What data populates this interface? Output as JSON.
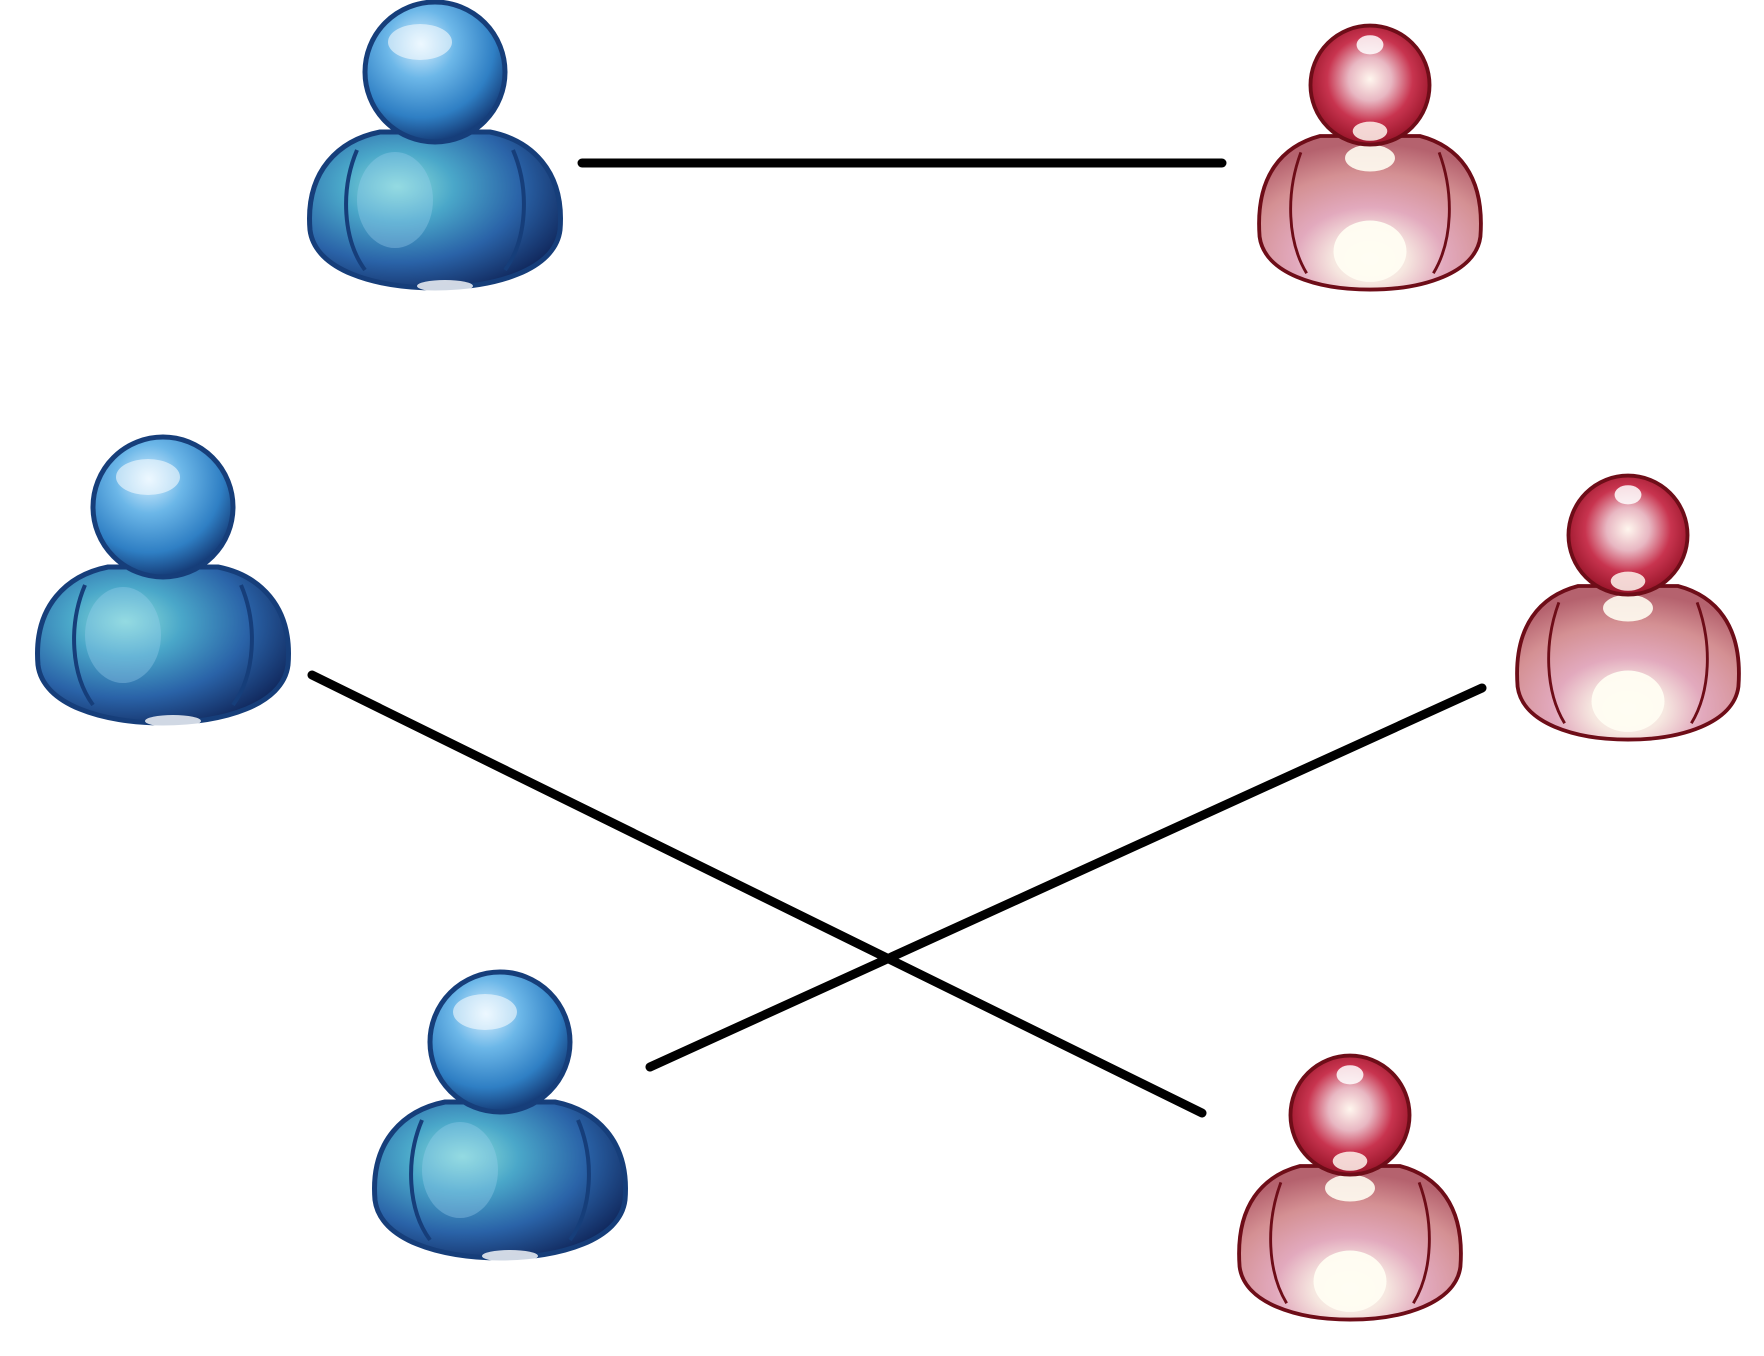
{
  "colors": {
    "background": "#ffffff",
    "connector": "#000000",
    "blue_person": "#2f7fc4",
    "blue_person_dark": "#163e7a",
    "blue_person_light": "#9fd0f0",
    "red_person": "#b3122f",
    "red_person_dark": "#6e0d18",
    "red_person_light": "#f3d1d9"
  },
  "nodes": [
    {
      "id": "blue-1",
      "icon": "blue-person-icon",
      "group": "blue"
    },
    {
      "id": "blue-2",
      "icon": "blue-person-icon",
      "group": "blue"
    },
    {
      "id": "blue-3",
      "icon": "blue-person-icon",
      "group": "blue"
    },
    {
      "id": "red-1",
      "icon": "red-person-icon",
      "group": "red"
    },
    {
      "id": "red-2",
      "icon": "red-person-icon",
      "group": "red"
    },
    {
      "id": "red-3",
      "icon": "red-person-icon",
      "group": "red"
    }
  ],
  "edges": [
    {
      "from": "blue-1",
      "to": "red-1"
    },
    {
      "from": "blue-2",
      "to": "red-3"
    },
    {
      "from": "blue-3",
      "to": "red-2"
    }
  ]
}
